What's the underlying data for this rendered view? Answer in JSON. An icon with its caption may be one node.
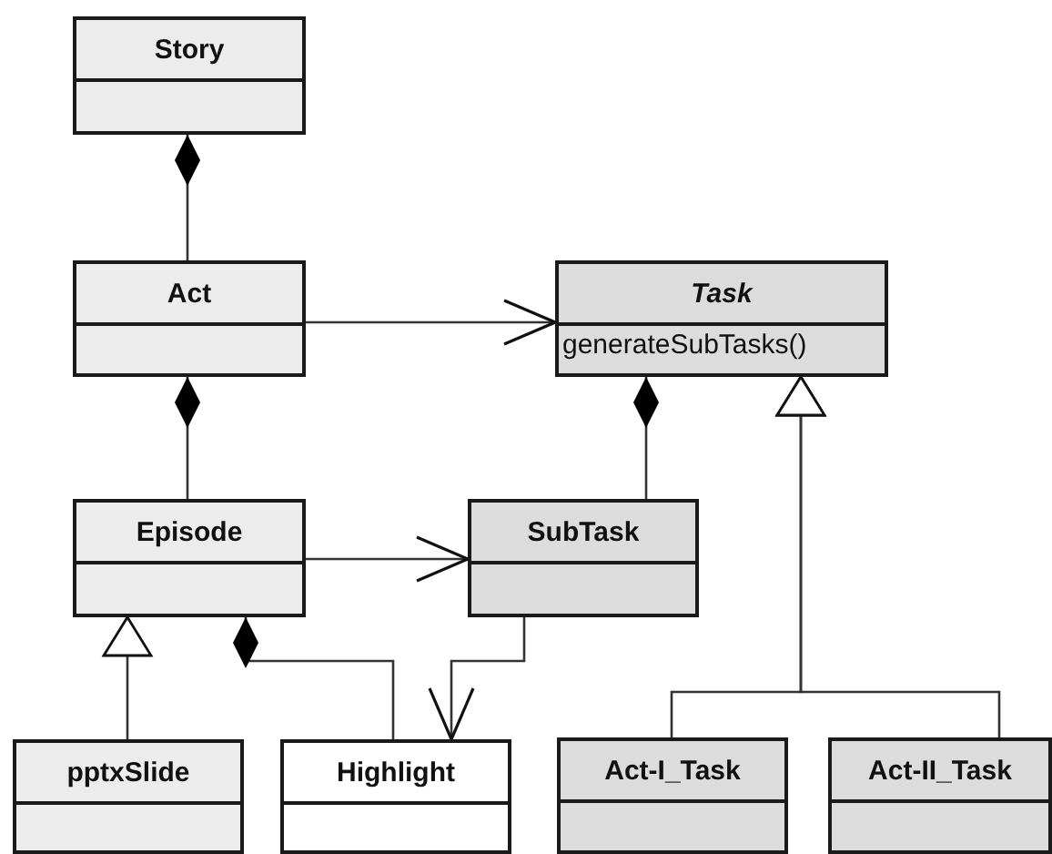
{
  "diagram": {
    "nodes": [
      {
        "text": [
          "Story"
        ]
      },
      {
        "text": [
          "Act"
        ]
      },
      {
        "text": [
          "Task",
          "generateSubTasks()"
        ]
      },
      {
        "text": [
          "Episode"
        ]
      },
      {
        "text": [
          "SubTask"
        ]
      },
      {
        "text": [
          "pptxSlide"
        ]
      },
      {
        "text": [
          "Highlight"
        ]
      },
      {
        "text": [
          "Act-I_Task"
        ]
      },
      {
        "text": [
          "Act-II_Task"
        ]
      }
    ],
    "edges": [
      {
        "from": 0,
        "to": 1,
        "arrow": "other"
      },
      {
        "from": 1,
        "to": 2,
        "arrow": "to"
      },
      {
        "from": 1,
        "to": 3,
        "arrow": "other"
      },
      {
        "from": 2,
        "to": 4,
        "arrow": "other"
      },
      {
        "from": 3,
        "to": 4,
        "arrow": "to"
      },
      {
        "from": 5,
        "to": 3,
        "arrow": "to"
      },
      {
        "from": 3,
        "to": 6,
        "arrow": "other"
      },
      {
        "from": 4,
        "to": 6,
        "arrow": "to"
      },
      {
        "from": 7,
        "to": 2,
        "arrow": "to"
      },
      {
        "from": 8,
        "to": 2,
        "arrow": "to"
      }
    ]
  }
}
